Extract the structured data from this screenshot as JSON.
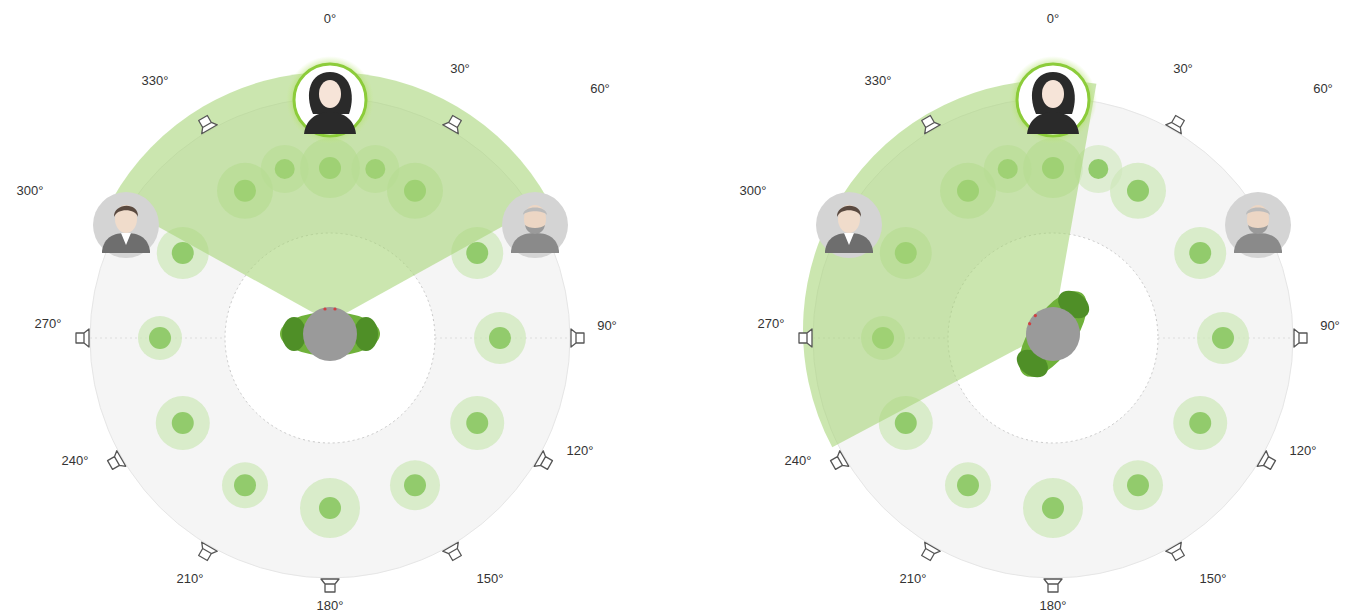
{
  "diagram": {
    "labels": [
      "0°",
      "30°",
      "60°",
      "90°",
      "120°",
      "150°",
      "180°",
      "210°",
      "240°",
      "270°",
      "300°",
      "330°",
      "0°",
      "30°",
      "60°",
      "90°",
      "120°",
      "150°",
      "180°",
      "210°",
      "240°",
      "270°",
      "300°",
      "330°"
    ]
  }
}
